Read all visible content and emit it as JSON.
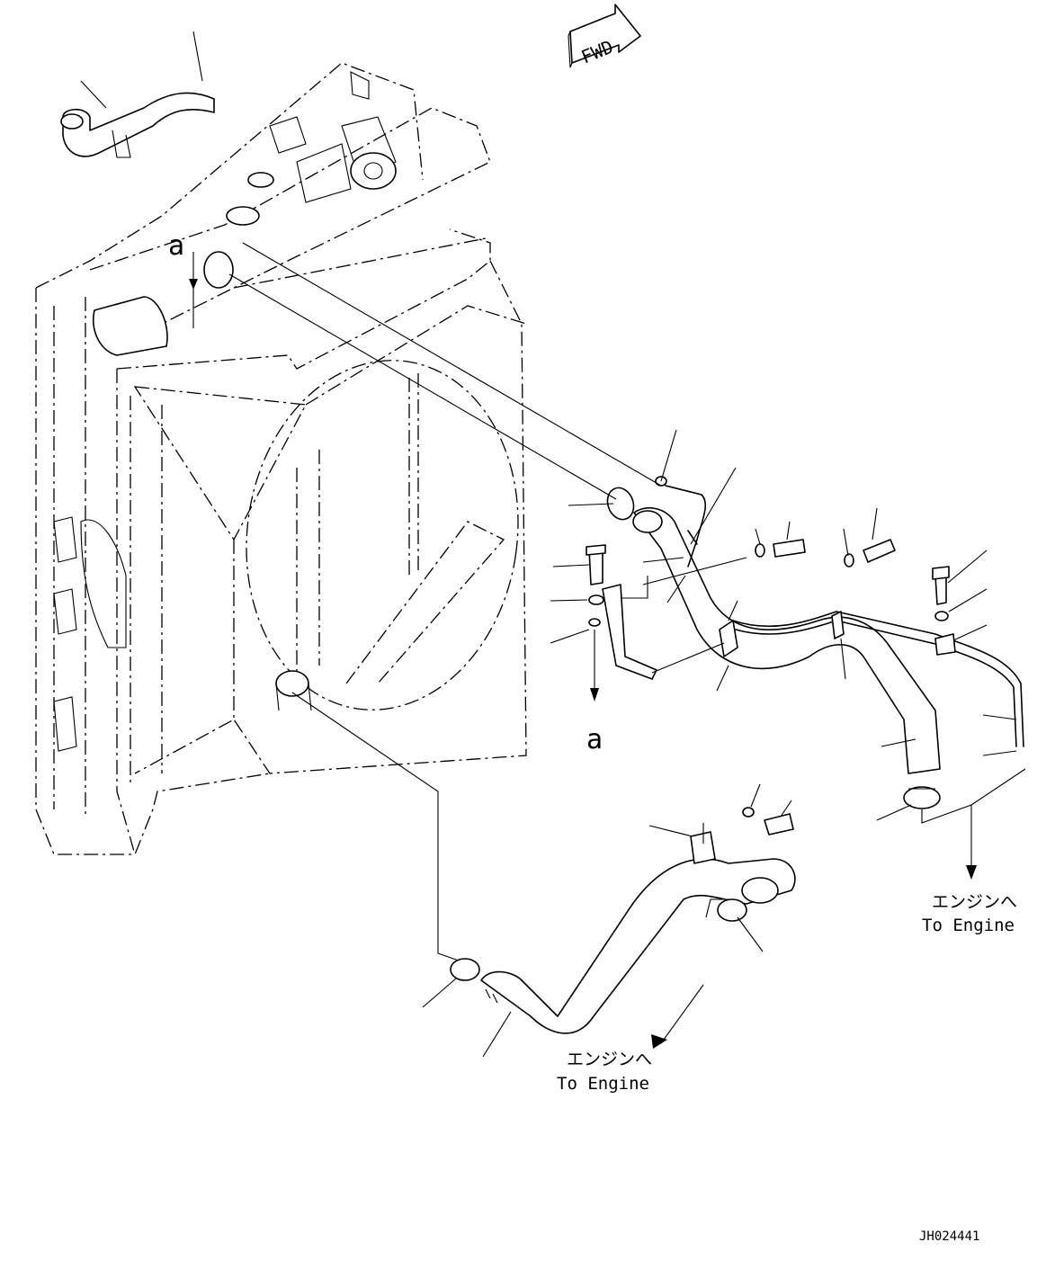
{
  "labels": {
    "view_ref_top": "a",
    "view_ref_bottom": "a",
    "fwd_tag": "FWD",
    "engine_label_jp_right": "エンジンへ",
    "engine_label_en_right": "To Engine",
    "engine_label_jp_bottom": "エンジンへ",
    "engine_label_en_bottom": "To Engine",
    "drawing_number": "JH024441"
  },
  "icons": {
    "direction_arrow": "fwd-arrow-icon",
    "flow_arrows": "arrow-icon"
  },
  "colors": {
    "line": "#000000",
    "background": "#ffffff"
  }
}
